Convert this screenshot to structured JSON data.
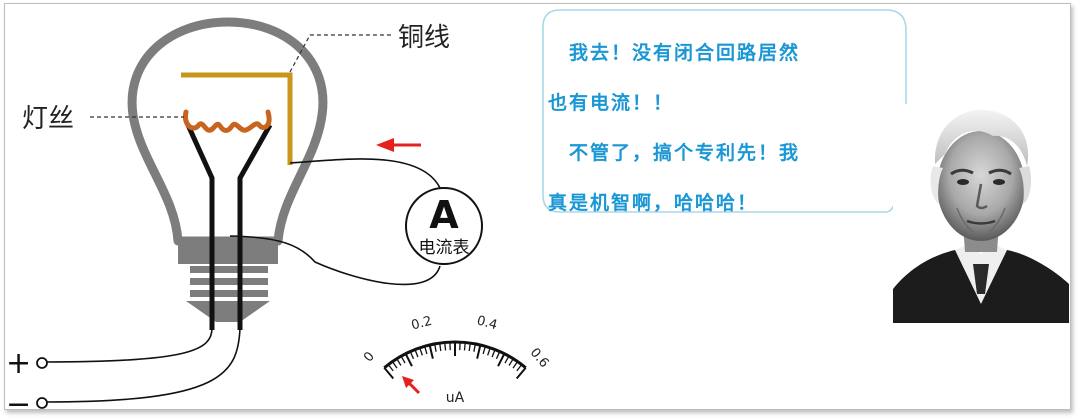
{
  "labels": {
    "copper_wire": "铜线",
    "filament": "灯丝",
    "ammeter_symbol": "A",
    "ammeter_name": "电流表",
    "terminal_plus": "+",
    "terminal_minus": "−"
  },
  "meter": {
    "ticks": [
      "0",
      "0.2",
      "0.4",
      "0.6"
    ],
    "unit": "uA",
    "reading": 0
  },
  "speech_bubble": {
    "lines": [
      "　我去！没有闭合回路居然",
      "也有电流！！",
      "　不管了，搞个专利先！我",
      "真是机智啊，哈哈哈！"
    ]
  },
  "colors": {
    "bulb_glass": "#7d7d7d",
    "copper": "#c8961a",
    "filament": "#c8641e",
    "arrow": "#e62020",
    "bubble_text": "#1a97d4",
    "bubble_border": "#a8d8ea"
  },
  "portrait_icon": "man-portrait-icon"
}
